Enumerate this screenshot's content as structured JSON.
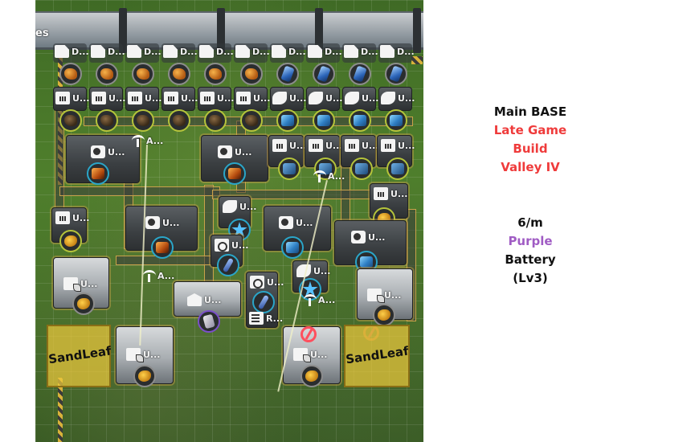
{
  "map": {
    "wall_label": "es",
    "top_row_dispensers": [
      {
        "label": "D...",
        "item": "orange-ore"
      },
      {
        "label": "D...",
        "item": "orange-ore"
      },
      {
        "label": "D...",
        "item": "orange-ore"
      },
      {
        "label": "D...",
        "item": "orange-ore"
      },
      {
        "label": "D...",
        "item": "orange-ore"
      },
      {
        "label": "D...",
        "item": "orange-ore"
      },
      {
        "label": "D...",
        "item": "blue-crystal"
      },
      {
        "label": "D...",
        "item": "blue-crystal"
      },
      {
        "label": "D...",
        "item": "blue-crystal"
      },
      {
        "label": "D...",
        "item": "blue-crystal"
      }
    ],
    "second_row_units": [
      {
        "label": "U...",
        "icon": "refiner",
        "item": "dark-ore"
      },
      {
        "label": "U...",
        "icon": "refiner",
        "item": "dark-ore"
      },
      {
        "label": "U...",
        "icon": "refiner",
        "item": "dark-ore"
      },
      {
        "label": "U...",
        "icon": "refiner",
        "item": "dark-ore"
      },
      {
        "label": "U...",
        "icon": "refiner",
        "item": "dark-ore"
      },
      {
        "label": "U...",
        "icon": "refiner",
        "item": "dark-ore"
      },
      {
        "label": "U...",
        "icon": "grinder",
        "item": "blue-cube"
      },
      {
        "label": "U...",
        "icon": "grinder",
        "item": "blue-cube"
      },
      {
        "label": "U...",
        "icon": "grinder",
        "item": "blue-cube"
      },
      {
        "label": "U...",
        "icon": "grinder",
        "item": "blue-cube"
      }
    ],
    "machines": [
      {
        "id": "mixer-1",
        "label": "U...",
        "icon": "mixer",
        "item": "orange-cube"
      },
      {
        "id": "mixer-2",
        "label": "U...",
        "icon": "mixer",
        "item": "orange-cube"
      },
      {
        "id": "refiner-blue-1",
        "label": "U...",
        "icon": "refiner",
        "item": "blue-chunk"
      },
      {
        "id": "refiner-blue-2",
        "label": "U...",
        "icon": "refiner",
        "item": "blue-chunk"
      },
      {
        "id": "refiner-blue-3",
        "label": "U...",
        "icon": "refiner",
        "item": "blue-chunk"
      },
      {
        "id": "refiner-blue-4",
        "label": "U...",
        "icon": "refiner",
        "item": "blue-chunk"
      },
      {
        "id": "refiner-amber-left",
        "label": "U...",
        "icon": "refiner",
        "item": "amber"
      },
      {
        "id": "mixer-3",
        "label": "U...",
        "icon": "mixer",
        "item": "orange-cube"
      },
      {
        "id": "grinder-star",
        "label": "U...",
        "icon": "grinder",
        "item": "star"
      },
      {
        "id": "reactor-rod",
        "label": "U...",
        "icon": "reactor",
        "item": "rod"
      },
      {
        "id": "mixer-blue-1",
        "label": "U...",
        "icon": "mixer",
        "item": "blue-cube"
      },
      {
        "id": "refiner-amber-right",
        "label": "U...",
        "icon": "refiner",
        "item": "amber"
      },
      {
        "id": "mixer-blue-2",
        "label": "U...",
        "icon": "mixer",
        "item": "blue-cube"
      },
      {
        "id": "grinder-star-2",
        "label": "U...",
        "icon": "grinder",
        "item": "star"
      },
      {
        "id": "planter-left",
        "label": "U...",
        "icon": "planter",
        "item": "amber"
      },
      {
        "id": "packer-battery",
        "label": "U...",
        "icon": "packer",
        "item": "battery"
      },
      {
        "id": "reactor-rod-2",
        "label": "U...",
        "icon": "reactor",
        "item": "rod"
      },
      {
        "id": "filler",
        "label": "R...",
        "icon": "filler",
        "item": ""
      },
      {
        "id": "planter-right",
        "label": "U...",
        "icon": "planter",
        "item": "amber"
      },
      {
        "id": "planter-bottom-left",
        "label": "U...",
        "icon": "planter",
        "item": "amber"
      },
      {
        "id": "planter-bottom-right",
        "label": "U...",
        "icon": "planter",
        "item": "amber"
      }
    ],
    "antennas": [
      {
        "label": "A..."
      },
      {
        "label": "A..."
      },
      {
        "label": "A..."
      },
      {
        "label": "A..."
      }
    ],
    "zones": [
      {
        "label": "SandLeaf"
      },
      {
        "label": "SandLeaf"
      }
    ]
  },
  "caption": {
    "title": "Main BASE",
    "subtitle_lines": [
      "Late Game",
      "Build",
      "Valley IV"
    ],
    "rate": "6/m",
    "product_color_word": "Purple",
    "product_name": "Battery",
    "product_level": "(Lv3)",
    "colors": {
      "title": "#111111",
      "subtitle": "#ef3b3b",
      "product_color_word": "#a05cc4"
    }
  }
}
